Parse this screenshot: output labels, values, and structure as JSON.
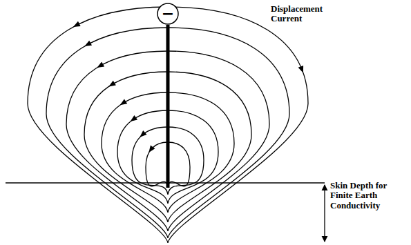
{
  "diagram": {
    "nodes": [
      {
        "text": [
          "−"
        ]
      }
    ],
    "labels": [
      "Displacement Current",
      "Skin Depth for Finite Earth Conductivity"
    ]
  }
}
